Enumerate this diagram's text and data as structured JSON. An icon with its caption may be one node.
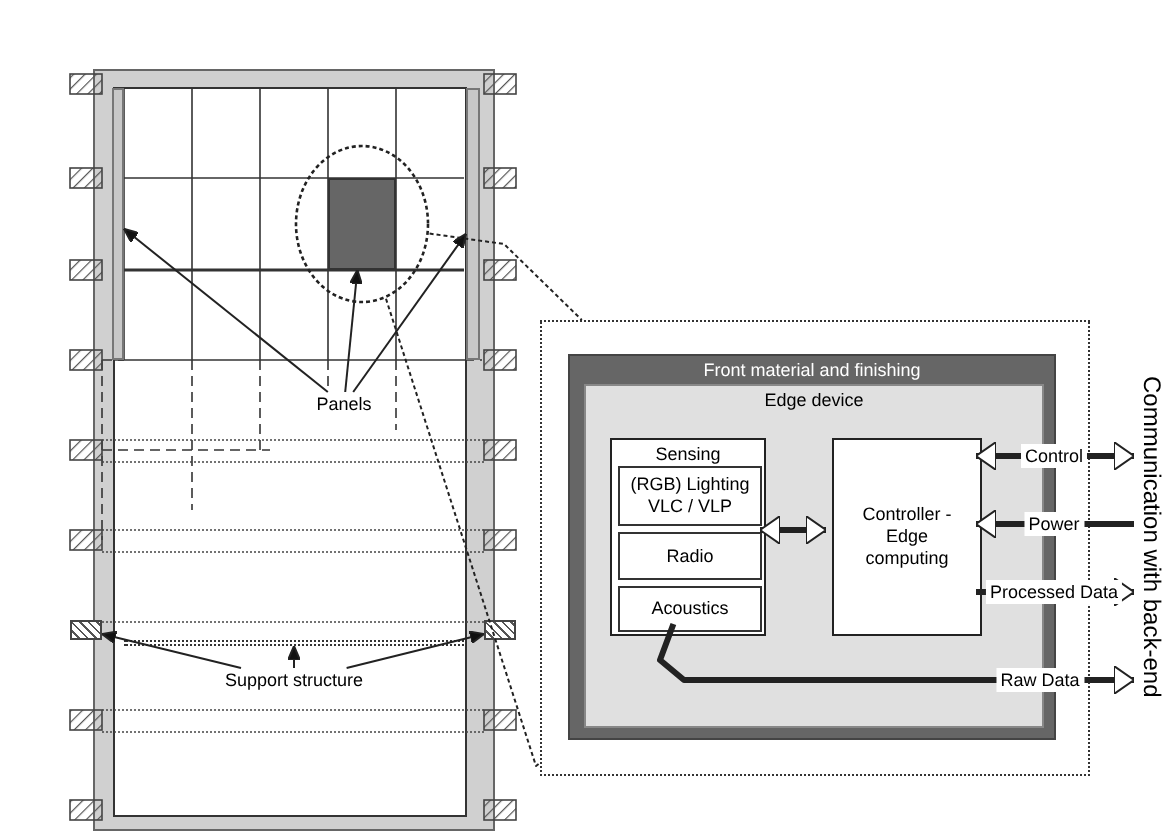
{
  "diagram": {
    "nodes": [
      {
        "text": [
          "Panels"
        ]
      },
      {
        "text": [],
        "shape": "box",
        "in": 3
      },
      {
        "text": [
          "Support structure"
        ]
      },
      {
        "text": [],
        "shape": "circle"
      },
      {
        "text": [],
        "shape": "box"
      },
      {
        "text": [
          "Front material and finishing"
        ],
        "in": 4
      },
      {
        "text": [
          "Edge device"
        ],
        "in": 5
      },
      {
        "text": [
          "Sensing"
        ],
        "in": 6
      },
      {
        "text": [
          "(RGB) Lighting VLC / VLP"
        ],
        "in": 7
      },
      {
        "text": [
          "Radio"
        ],
        "in": 7
      },
      {
        "text": [
          "Acoustics"
        ],
        "in": 7
      },
      {
        "text": [
          "Controller - Edge computing"
        ],
        "in": 6
      },
      {
        "text": [
          "Communication with back-end"
        ]
      },
      {
        "text": [],
        "shape": "bar"
      },
      {
        "text": [],
        "shape": "bar"
      },
      {
        "text": [],
        "shape": "box"
      },
      {
        "text": [],
        "shape": "bar"
      },
      {
        "text": [],
        "shape": "box"
      }
    ],
    "edges": [
      {
        "from": 0,
        "to": 13,
        "arrow": "to"
      },
      {
        "from": 0,
        "to": 1,
        "arrow": "to"
      },
      {
        "from": 0,
        "to": 14,
        "arrow": "to"
      },
      {
        "from": 2,
        "to": 15,
        "arrow": "to"
      },
      {
        "from": 2,
        "to": 16,
        "arrow": "to"
      },
      {
        "from": 2,
        "to": 17,
        "arrow": "to"
      },
      {
        "from": 3,
        "to": 4,
        "arrow": "none",
        "style": "dashed"
      },
      {
        "from": 3,
        "to": 4,
        "arrow": "none",
        "style": "dashed"
      },
      {
        "from": 7,
        "to": 11,
        "arrow": "both",
        "style": "thick"
      },
      {
        "from": 11,
        "to": 12,
        "arrow": "both",
        "label": "Control",
        "style": "thick"
      },
      {
        "from": 12,
        "to": 11,
        "arrow": "to",
        "label": "Power",
        "style": "thick"
      },
      {
        "from": 11,
        "to": 12,
        "arrow": "to",
        "label": "Processed Data",
        "style": "thick"
      },
      {
        "from": 10,
        "to": 12,
        "arrow": "to",
        "label": "Raw Data",
        "style": "thick"
      }
    ]
  }
}
